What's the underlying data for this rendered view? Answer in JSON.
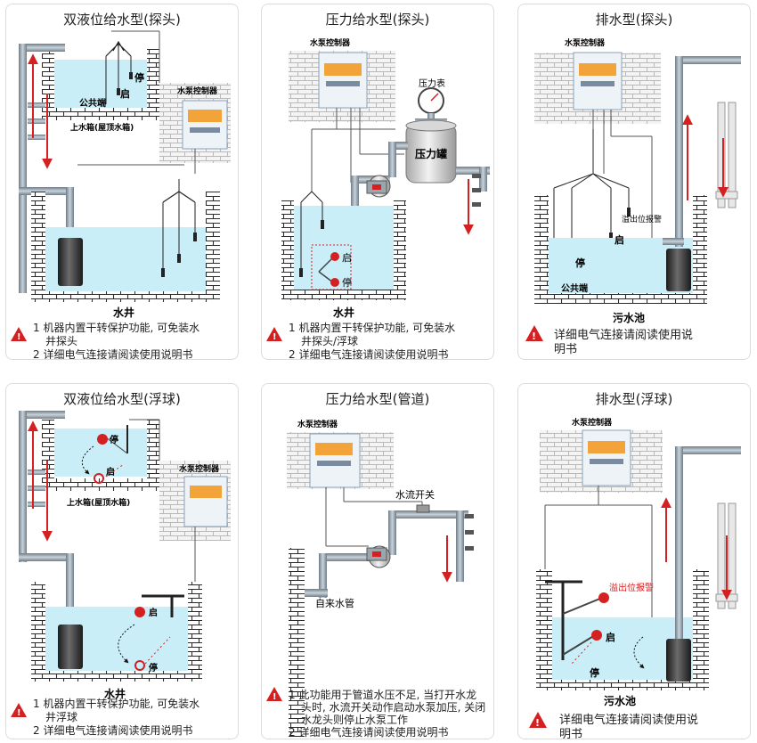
{
  "panels": [
    {
      "title": "双液位给水型(探头)",
      "labels": {
        "stop": "停",
        "start": "启",
        "common": "公共端",
        "tank": "上水箱(屋顶水箱)",
        "controller": "水泵控制器",
        "well": "水井"
      },
      "notes": [
        "1  机器内置干转保护功能, 可免装水",
        "井探头",
        "2  详细电气连接请阅读使用说明书"
      ]
    },
    {
      "title": "压力给水型(探头)",
      "labels": {
        "controller": "水泵控制器",
        "gauge": "压力表",
        "tank": "压力罐",
        "start": "启",
        "stop": "停",
        "well": "水井"
      },
      "notes": [
        "1  机器内置干转保护功能, 可免装水",
        "井探头/浮球",
        "2  详细电气连接请阅读使用说明书"
      ]
    },
    {
      "title": "排水型(探头)",
      "labels": {
        "controller": "水泵控制器",
        "overflow": "溢出位报警",
        "start": "启",
        "stop": "停",
        "common": "公共端",
        "pool": "污水池"
      },
      "notes": [
        "详细电气连接请阅读使用说",
        "明书"
      ]
    },
    {
      "title": "双液位给水型(浮球)",
      "labels": {
        "stop": "停",
        "start": "启",
        "tank": "上水箱(屋顶水箱)",
        "controller": "水泵控制器",
        "well": "水井"
      },
      "notes": [
        "1  机器内置干转保护功能, 可免装水",
        "井浮球",
        "2  详细电气连接请阅读使用说明书"
      ]
    },
    {
      "title": "压力给水型(管道)",
      "labels": {
        "controller": "水泵控制器",
        "flow_switch": "水流开关",
        "inlet": "自来水管"
      },
      "notes": [
        "1  此功能用于管道水压不足, 当打开水龙",
        "头时, 水流开关动作启动水泵加压, 关闭",
        "水龙头则停止水泵工作",
        "2  详细电气连接请阅读使用说明书"
      ]
    },
    {
      "title": "排水型(浮球)",
      "labels": {
        "controller": "水泵控制器",
        "overflow": "溢出位报警",
        "start": "启",
        "stop": "停",
        "pool": "污水池"
      },
      "notes": [
        "详细电气连接请阅读使用说",
        "明书"
      ]
    }
  ],
  "colors": {
    "water": "#c9eef8",
    "pipe": "#8a9aa6",
    "arrow": "#d42020",
    "brick": "#333333",
    "warn": "#d42020",
    "float": "#d42020"
  }
}
